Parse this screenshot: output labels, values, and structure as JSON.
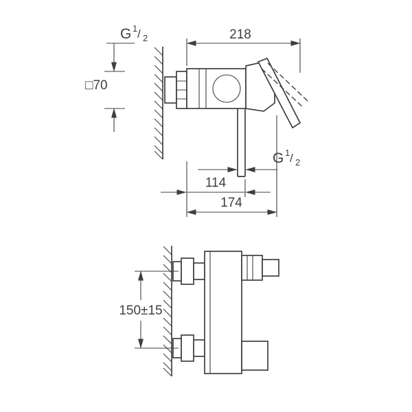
{
  "colors": {
    "line": "#3f3f3f",
    "background": "#ffffff"
  },
  "top_view": {
    "thread_top": {
      "base": "G",
      "numerator": "1",
      "slash": "/",
      "denominator": "2"
    },
    "dim_projection": "218",
    "escutcheon_size": "□70",
    "thread_outlet": {
      "base": "G",
      "numerator": "1",
      "slash": "/",
      "denominator": "2"
    },
    "dim_outlet_offset": "114",
    "dim_depth": "174"
  },
  "bottom_view": {
    "dim_supply_spacing": "150±15"
  }
}
